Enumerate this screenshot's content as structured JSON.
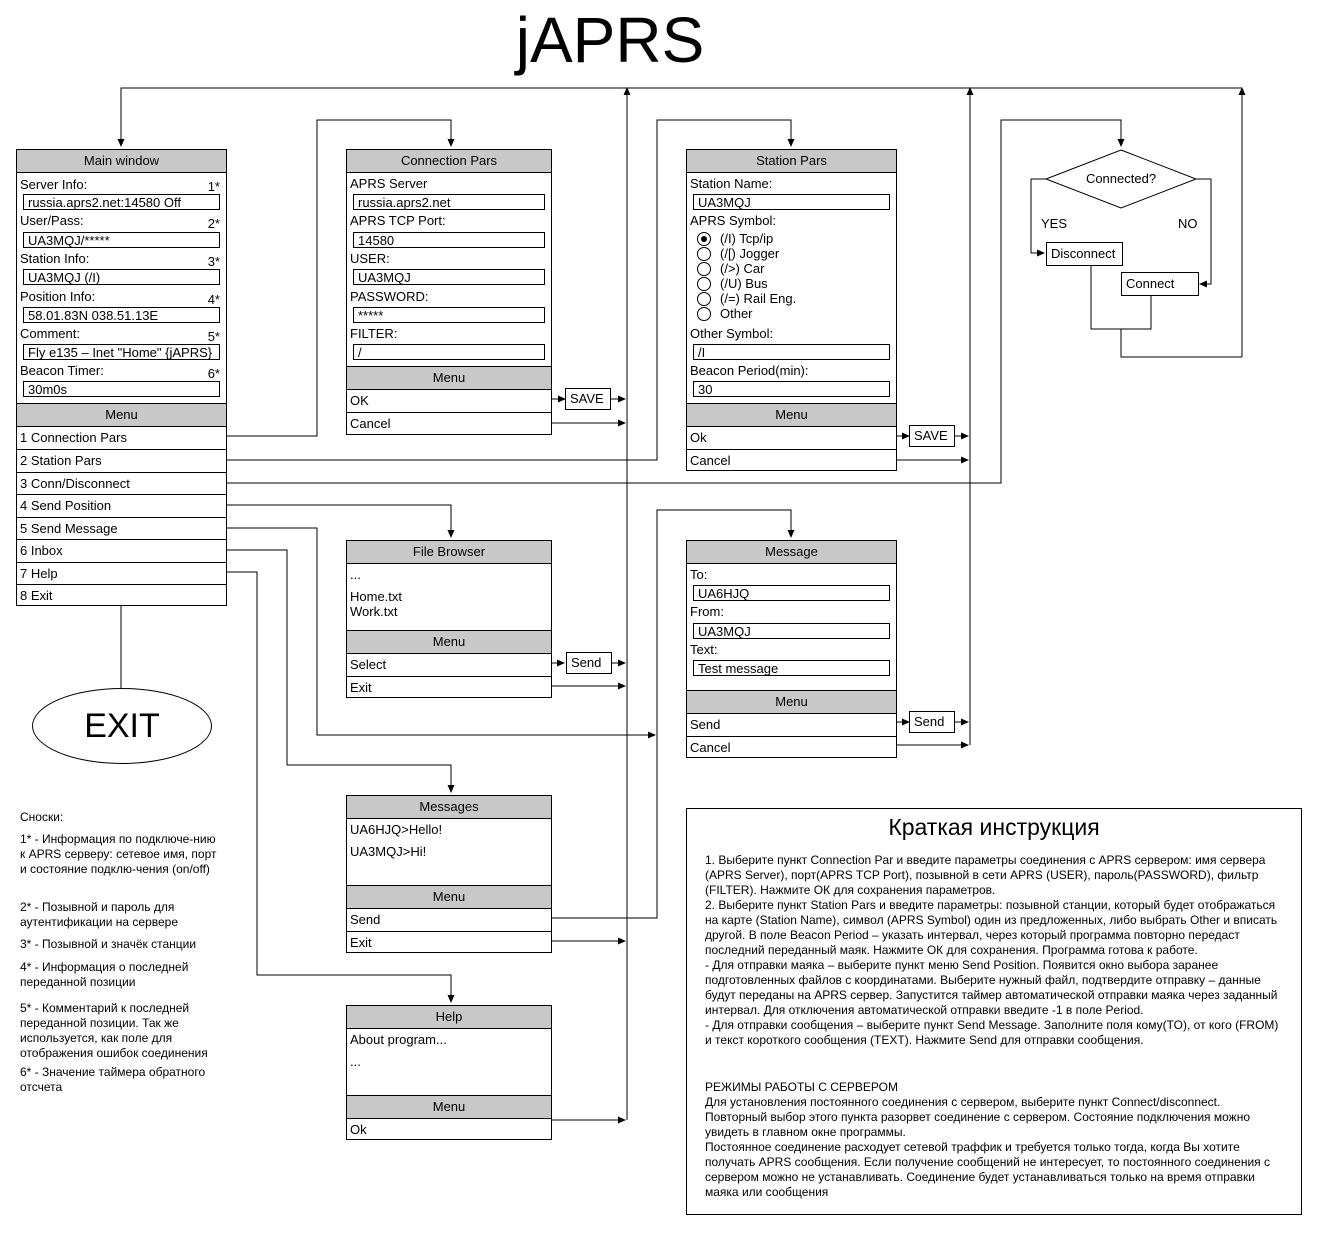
{
  "title": "jAPRS",
  "main_window": {
    "title": "Main window",
    "fields": [
      {
        "label": "Server Info:",
        "mark": "1*",
        "value": "russia.aprs2.net:14580 Off"
      },
      {
        "label": "User/Pass:",
        "mark": "2*",
        "value": "UA3MQJ/*****"
      },
      {
        "label": "Station Info:",
        "mark": "3*",
        "value": "UA3MQJ (/I)"
      },
      {
        "label": "Position Info:",
        "mark": "4*",
        "value": "58.01.83N 038.51.13E"
      },
      {
        "label": "Comment:",
        "mark": "5*",
        "value": "Fly e135 – Inet \"Home\" {jAPRS}"
      },
      {
        "label": "Beacon Timer:",
        "mark": "6*",
        "value": "30m0s"
      }
    ],
    "menu_title": "Menu",
    "menu": [
      "1 Connection Pars",
      "2 Station Pars",
      "3 Conn/Disconnect",
      "4 Send Position",
      "5 Send Message",
      "6 Inbox",
      "7 Help",
      "8 Exit"
    ]
  },
  "exit_label": "EXIT",
  "connection_pars": {
    "title": "Connection Pars",
    "fields": [
      {
        "label": "APRS Server",
        "value": "russia.aprs2.net"
      },
      {
        "label": "APRS TCP Port:",
        "value": "14580"
      },
      {
        "label": "USER:",
        "value": "UA3MQJ"
      },
      {
        "label": "PASSWORD:",
        "value": "*****"
      },
      {
        "label": "FILTER:",
        "value": "/"
      }
    ],
    "menu_title": "Menu",
    "menu": [
      "OK",
      "Cancel"
    ],
    "action": "SAVE"
  },
  "station_pars": {
    "title": "Station Pars",
    "name_label": "Station Name:",
    "name_value": "UA3MQJ",
    "symbol_label": "APRS Symbol:",
    "radios": [
      "(/I) Tcp/ip",
      "(/[) Jogger",
      "(/>) Car",
      "(/U) Bus",
      "(/=) Rail Eng.",
      "Other"
    ],
    "other_label": "Other Symbol:",
    "other_value": "/I",
    "period_label": "Beacon Period(min):",
    "period_value": "30",
    "menu_title": "Menu",
    "menu": [
      "Ok",
      "Cancel"
    ],
    "action": "SAVE"
  },
  "flowchart": {
    "question": "Connected?",
    "yes": "YES",
    "no": "NO",
    "disconnect": "Disconnect",
    "connect": "Connect"
  },
  "file_browser": {
    "title": "File Browser",
    "items": [
      "...",
      "Home.txt",
      "Work.txt"
    ],
    "menu_title": "Menu",
    "menu": [
      "Select",
      "Exit"
    ],
    "action": "Send"
  },
  "message": {
    "title": "Message",
    "to_label": "To:",
    "to_value": "UA6HJQ",
    "from_label": "From:",
    "from_value": "UA3MQJ",
    "text_label": "Text:",
    "text_value": "Test message",
    "menu_title": "Menu",
    "menu": [
      "Send",
      "Cancel"
    ],
    "action": "Send"
  },
  "messages": {
    "title": "Messages",
    "items": [
      "UA6HJQ>Hello!",
      "UA3MQJ>Hi!"
    ],
    "menu_title": "Menu",
    "menu": [
      "Send",
      "Exit"
    ]
  },
  "help": {
    "title": "Help",
    "items": [
      "About program...",
      "..."
    ],
    "menu_title": "Menu",
    "menu": [
      "Ok"
    ]
  },
  "footnotes": {
    "heading": "Сноски:",
    "items": [
      "1* - Информация по подключе-нию к APRS серверу: сетевое имя, порт и состояние подклю-чения (on/off)",
      "2* - Позывной и пароль для аутентификации на сервере",
      "3* - Позывной и значёк станции",
      "4* - Информация о последней переданной позиции",
      "5* - Комментарий к последней переданной позиции. Так же используется, как поле для отображения ошибок соединения",
      "6* - Значение таймера обратного отсчета"
    ]
  },
  "instructions": {
    "title": "Краткая инструкция",
    "steps": "1. Выберите пункт Connection Par и введите параметры соединения с APRS сервером: имя сервера (APRS Server), порт(APRS TCP Port), позывной в сети APRS (USER), пароль(PASSWORD), фильтр (FILTER). Нажмите ОК для сохранения параметров.\n2. Выберите пункт Station Pars и введите параметры: позывной станции, который будет отображаться на карте (Station Name), символ (APRS Symbol) один из предложенных, либо выбрать Other и вписать другой. В поле Beacon Period – указать интервал, через который программа повторно передаст последний переданный маяк. Нажмите ОК для сохранения. Программа готова к работе.\n- Для отправки маяка – выберите пункт меню Send Position. Появится окно выбора заранее подготовленных файлов с координатами. Выберите нужный файл, подтвердите отправку – данные будут переданы на APRS сервер. Запустится таймер автоматической отправки маяка через заданный интервал. Для отключения автоматической отправки введите -1 в поле Period.\n- Для отправки сообщения – выберите пункт Send Message. Заполните поля кому(TO), от кого (FROM) и текст короткого сообщения (TEXT). Нажмите Send для отправки сообщения.",
    "modes": "РЕЖИМЫ РАБОТЫ С СЕРВЕРОМ\nДля установления постоянного соединения с сервером, выберите пункт Connect/disconnect. Повторный выбор этого пункта разорвет соединение с сервером. Состояние подключения можно увидеть в главном окне программы.\nПостоянное соединение расходует сетевой траффик и требуется только тогда, когда Вы хотите получать APRS сообщения. Если получение сообщений не интересует, то постоянного соединения с сервером можно не устанавливать. Соединение будет устанавливаться только на время отправки маяка или сообщения"
  }
}
